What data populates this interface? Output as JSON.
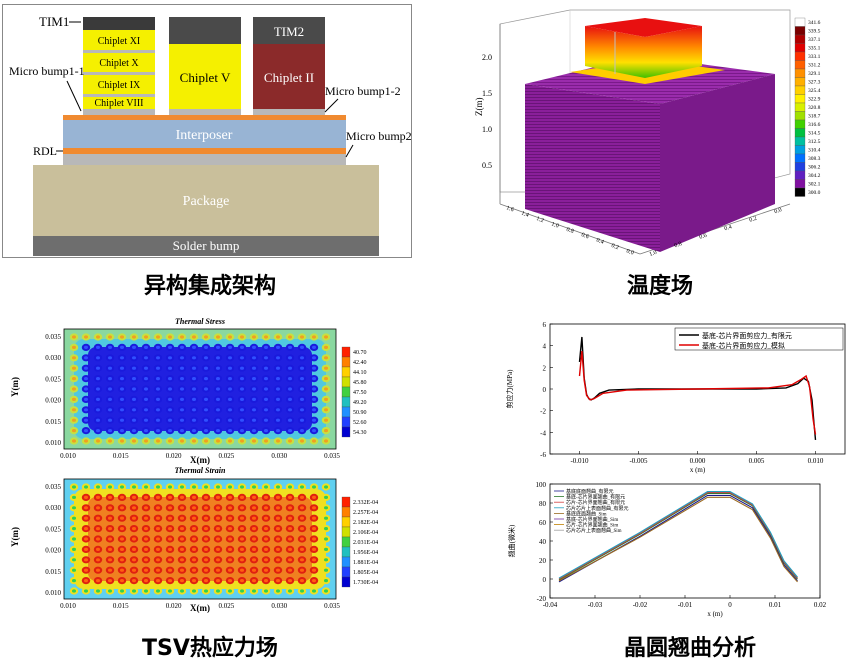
{
  "captions": {
    "heterogeneous": "异构集成架构",
    "temperature": "温度场",
    "tsv": "TSV热应力场",
    "warpage": "晶圆翘曲分析"
  },
  "architecture": {
    "tim1": "TIM1",
    "tim2": "TIM2",
    "chiplet_xi": "Chiplet XI",
    "chiplet_x": "Chiplet X",
    "chiplet_ix": "Chiplet IX",
    "chiplet_viii": "Chiplet VIII",
    "chiplet_v": "Chiplet V",
    "chiplet_ii": "Chiplet II",
    "micro_bump_1_1": "Micro bump1-1",
    "micro_bump_1_2": "Micro bump1-2",
    "micro_bump_2": "Micro bump2",
    "interposer": "Interposer",
    "rdl": "RDL",
    "package": "Package",
    "solder_bump": "Solder bump",
    "colors": {
      "chiplet_yellow": "#f5f000",
      "chiplet_red": "#8b2a2a",
      "tim": "#3a3a3a",
      "interposer": "#98b4d4",
      "rdl": "#f08a30",
      "package": "#c9bf9b",
      "solder": "#6e6e6e"
    }
  },
  "temperature_plot": {
    "zlabel": "Z(m)",
    "z_ticks": [
      "2.0",
      "1.5",
      "1.0",
      "0.5"
    ],
    "x_ticks": [
      "1.6",
      "1.4",
      "1.2",
      "1.0",
      "0.8",
      "0.6",
      "0.4",
      "0.2",
      "0.0"
    ],
    "y_ticks": [
      "1.0",
      "0.8",
      "0.6",
      "0.4",
      "0.2",
      "0.0"
    ],
    "colorbar_ticks": [
      "341.6",
      "339.5",
      "337.1",
      "335.1",
      "333.1",
      "331.2",
      "329.1",
      "327.3",
      "325.4",
      "322.9",
      "320.8",
      "318.7",
      "316.6",
      "314.5",
      "312.5",
      "310.4",
      "308.3",
      "306.2",
      "304.2",
      "302.1",
      "300.0"
    ]
  },
  "thermal_stress": {
    "title": "Thermal Stress",
    "xlabel": "X(m)",
    "ylabel": "Y(m)",
    "x_ticks": [
      "0.010",
      "0.015",
      "0.020",
      "0.025",
      "0.030",
      "0.035"
    ],
    "y_ticks": [
      "0.035",
      "0.030",
      "0.025",
      "0.020",
      "0.015",
      "0.010"
    ],
    "legend": [
      "40.70",
      "42.40",
      "44.10",
      "45.80",
      "47.50",
      "49.20",
      "50.90",
      "52.60",
      "54.30"
    ]
  },
  "thermal_strain": {
    "title": "Thermal Strain",
    "xlabel": "X(m)",
    "ylabel": "Y(m)",
    "x_ticks": [
      "0.010",
      "0.015",
      "0.020",
      "0.025",
      "0.030",
      "0.035"
    ],
    "y_ticks": [
      "0.035",
      "0.030",
      "0.025",
      "0.020",
      "0.015",
      "0.010"
    ],
    "legend": [
      "2.332E-04",
      "2.257E-04",
      "2.182E-04",
      "2.106E-04",
      "2.031E-04",
      "1.956E-04",
      "1.881E-04",
      "1.805E-04",
      "1.730E-04"
    ]
  },
  "shear_chart": {
    "type": "line",
    "ylabel": "剪应力(MPa)",
    "xlabel": "x (m)",
    "x_ticks": [
      "-0.010",
      "-0.005",
      "0.000",
      "0.005",
      "0.010"
    ],
    "y_ticks": [
      "6",
      "4",
      "2",
      "0",
      "-2",
      "-4",
      "-6"
    ],
    "xlim": [
      -0.0125,
      0.0125
    ],
    "ylim": [
      -6,
      6
    ],
    "series": [
      {
        "name": "基底-芯片界面剪应力_有限元",
        "color": "#000000",
        "x": [
          -0.01,
          -0.0098,
          -0.0096,
          -0.0094,
          -0.0092,
          -0.009,
          -0.0087,
          -0.0083,
          -0.0075,
          -0.005,
          0.0,
          0.005,
          0.0075,
          0.0085,
          0.009,
          0.0094,
          0.0097,
          0.0099,
          0.01
        ],
        "y": [
          2.5,
          4.8,
          1.0,
          -0.5,
          -0.9,
          -1.0,
          -0.8,
          -0.4,
          -0.1,
          0.0,
          0.0,
          0.0,
          0.1,
          0.5,
          1.0,
          0.7,
          -1.0,
          -3.5,
          -4.7
        ]
      },
      {
        "name": "基底-芯片界面剪应力_模拟",
        "color": "#e00000",
        "x": [
          -0.01,
          -0.0098,
          -0.0096,
          -0.0094,
          -0.0091,
          -0.0088,
          -0.008,
          -0.006,
          0.0,
          0.006,
          0.008,
          0.0088,
          0.0092,
          0.0095,
          0.0098,
          0.01
        ],
        "y": [
          1.2,
          3.5,
          0.8,
          -0.6,
          -1.0,
          -0.9,
          -0.4,
          -0.1,
          0.0,
          0.1,
          0.4,
          0.9,
          1.2,
          0.2,
          -2.8,
          -4.2
        ]
      }
    ]
  },
  "warpage_chart": {
    "type": "line",
    "ylabel": "翘曲(微米)",
    "xlabel": "x (m)",
    "x_ticks": [
      "-0.04",
      "-0.03",
      "-0.02",
      "-0.01",
      "0",
      "0.01",
      "0.02"
    ],
    "y_ticks": [
      "100",
      "80",
      "60",
      "40",
      "20",
      "0",
      "-20"
    ],
    "xlim": [
      -0.04,
      0.02
    ],
    "ylim": [
      -20,
      100
    ],
    "legend": [
      "基底底面翘曲_有限元",
      "基底-芯片界面翘曲_有限元",
      "芯片-芯片界面翘曲_有限元",
      "芯片芯片上表面翘曲_有限元",
      "基底底面翘曲_Sim",
      "基底-芯片界面翘曲_Sim",
      "芯片-芯片界面翘曲_Sim",
      "芯片芯片上表面翘曲_Sim"
    ],
    "series": [
      {
        "color": "#1a1a8c",
        "x": [
          -0.038,
          -0.02,
          -0.005,
          0.0,
          0.005,
          0.009,
          0.012,
          0.015
        ],
        "y": [
          -3,
          45,
          88,
          88,
          75,
          45,
          15,
          -2
        ]
      },
      {
        "color": "#2a7a2a",
        "x": [
          -0.038,
          -0.02,
          -0.005,
          0.0,
          0.005,
          0.009,
          0.012,
          0.015
        ],
        "y": [
          -1,
          47,
          90,
          90,
          77,
          47,
          17,
          0
        ]
      },
      {
        "color": "#d04040",
        "x": [
          -0.038,
          -0.02,
          -0.005,
          0.0,
          0.005,
          0.009,
          0.012,
          0.015
        ],
        "y": [
          0,
          48,
          91,
          91,
          78,
          48,
          18,
          1
        ]
      },
      {
        "color": "#20a0c0",
        "x": [
          -0.038,
          -0.02,
          -0.005,
          0.0,
          0.005,
          0.009,
          0.012,
          0.015
        ],
        "y": [
          1,
          49,
          92,
          92,
          79,
          49,
          19,
          2
        ]
      },
      {
        "color": "#9a6a20",
        "x": [
          -0.038,
          -0.02,
          -0.005,
          0.0,
          0.005,
          0.009,
          0.012,
          0.015
        ],
        "y": [
          -2,
          44,
          86,
          86,
          73,
          43,
          13,
          -3
        ]
      }
    ]
  }
}
